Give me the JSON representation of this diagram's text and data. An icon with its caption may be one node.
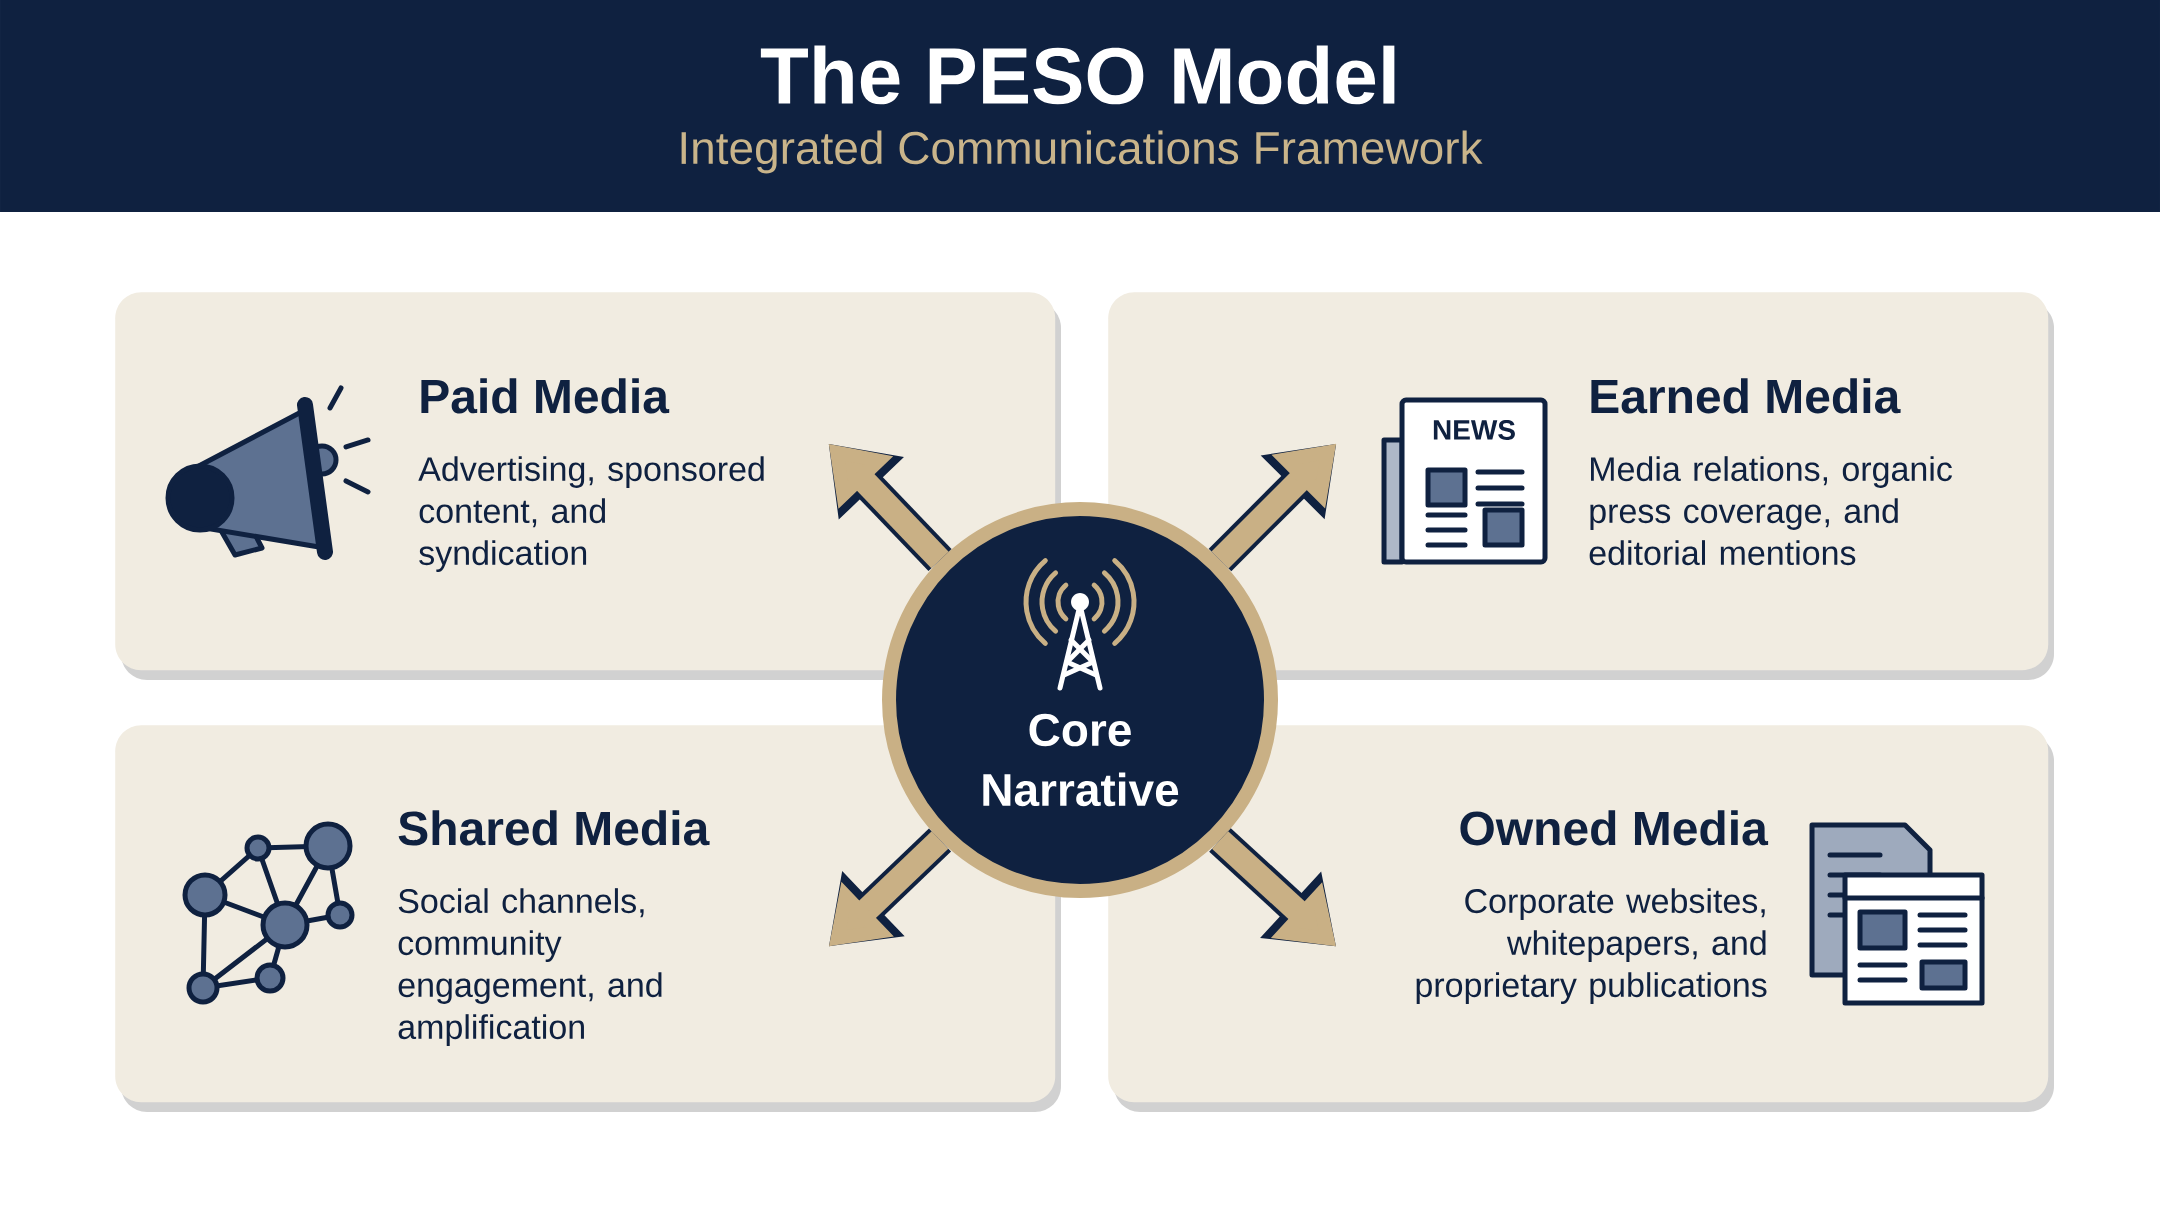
{
  "diagram": {
    "title": "The PESO Model",
    "caption": "Integrated Communications Framework",
    "nodes": [
      {
        "text": [
          "Core Narrative"
        ]
      },
      {
        "text": [
          "Paid Media",
          "Advertising, sponsored content, and syndication"
        ]
      },
      {
        "text": [
          "Earned Media",
          "Media relations, organic press coverage, and editorial mentions"
        ]
      },
      {
        "text": [
          "Shared Media",
          "Social channels, community engagement, and amplification"
        ]
      },
      {
        "text": [
          "Owned Media",
          "Corporate websites, whitepapers, and proprietary publications"
        ]
      }
    ],
    "edges": [
      {
        "from": 0,
        "to": 1,
        "arrow": "to"
      },
      {
        "from": 0,
        "to": 2,
        "arrow": "to"
      },
      {
        "from": 0,
        "to": 3,
        "arrow": "to"
      },
      {
        "from": 0,
        "to": 4,
        "arrow": "to"
      }
    ],
    "labels": [
      "NEWS"
    ]
  }
}
